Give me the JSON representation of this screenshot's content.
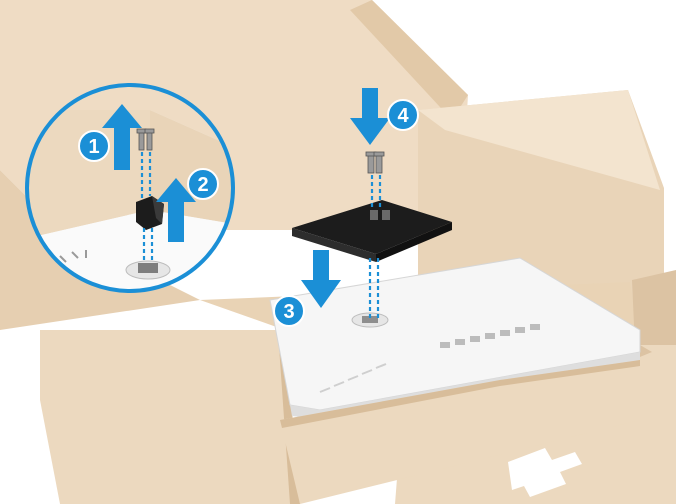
{
  "colors": {
    "cardboard": "#ecd9bf",
    "cardboard_light": "#f4e6d2",
    "cardboard_dark": "#dcc3a3",
    "cardboard_edge": "#cfb18c",
    "accent_blue": "#1b8fd6",
    "monitor_white": "#f6f6f6",
    "bracket_black": "#1c1c1c"
  },
  "icons": {
    "arrow": "arrow-icon",
    "screw": "screw-icon",
    "magnifier": "magnifier-circle"
  },
  "steps": [
    {
      "number": "1"
    },
    {
      "number": "2"
    },
    {
      "number": "3"
    },
    {
      "number": "4"
    }
  ]
}
